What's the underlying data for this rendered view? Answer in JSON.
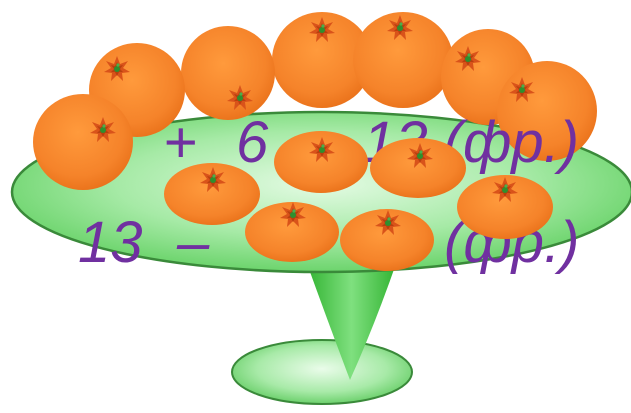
{
  "equations": {
    "line1": {
      "parts": [
        "+",
        "6",
        "=",
        "13 (фр.)"
      ]
    },
    "line2": {
      "parts": [
        "13",
        "–",
        "(фр.)"
      ]
    }
  },
  "colors": {
    "orange": "#f5832a",
    "plate_green": "#8ee08e",
    "stand_green": "#52c952",
    "equation_purple": "#7030a0"
  },
  "icons": {
    "fruit": "orange-fruit-icon",
    "plate": "fruit-plate-icon"
  }
}
